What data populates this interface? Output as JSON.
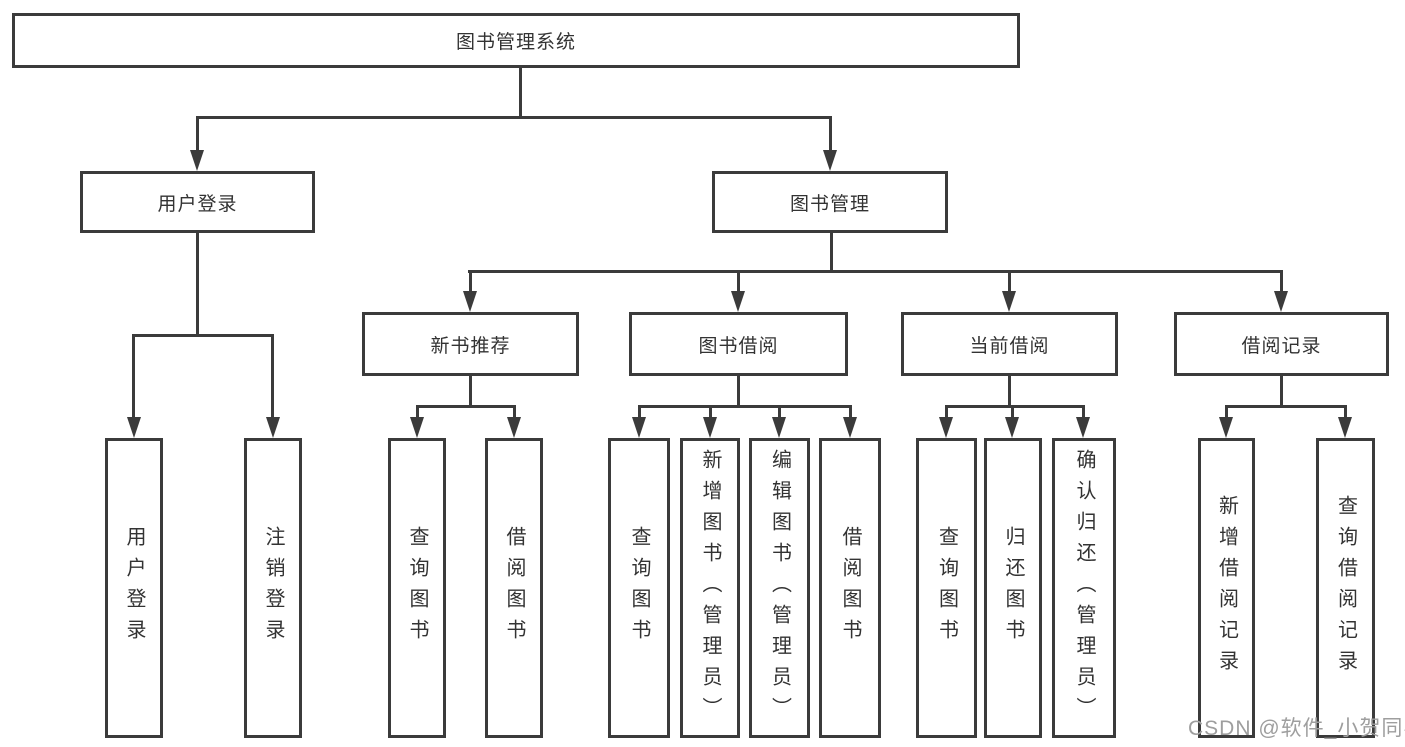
{
  "colors": {
    "line": "#3b3b3b",
    "box_border": "#3b3b3b",
    "box_fill": "#ffffff",
    "text": "#333333",
    "watermark": "#9e9e9e",
    "background": "#ffffff"
  },
  "watermark": {
    "text": "CSDN @软件_小贺同学"
  },
  "tree": {
    "root": {
      "label": "图书管理系统"
    },
    "branches": [
      {
        "label": "用户登录",
        "children": [
          {
            "label": "用户登录"
          },
          {
            "label": "注销登录"
          }
        ]
      },
      {
        "label": "图书管理",
        "children": [
          {
            "label": "新书推荐",
            "children": [
              {
                "label": "查询图书"
              },
              {
                "label": "借阅图书"
              }
            ]
          },
          {
            "label": "图书借阅",
            "children": [
              {
                "label": "查询图书"
              },
              {
                "label": "新增图书（管理员）"
              },
              {
                "label": "编辑图书（管理员）"
              },
              {
                "label": "借阅图书"
              }
            ]
          },
          {
            "label": "当前借阅",
            "children": [
              {
                "label": "查询图书"
              },
              {
                "label": "归还图书"
              },
              {
                "label": "确认归还（管理员）"
              }
            ]
          },
          {
            "label": "借阅记录",
            "children": [
              {
                "label": "新增借阅记录"
              },
              {
                "label": "查询借阅记录"
              }
            ]
          }
        ]
      }
    ]
  }
}
